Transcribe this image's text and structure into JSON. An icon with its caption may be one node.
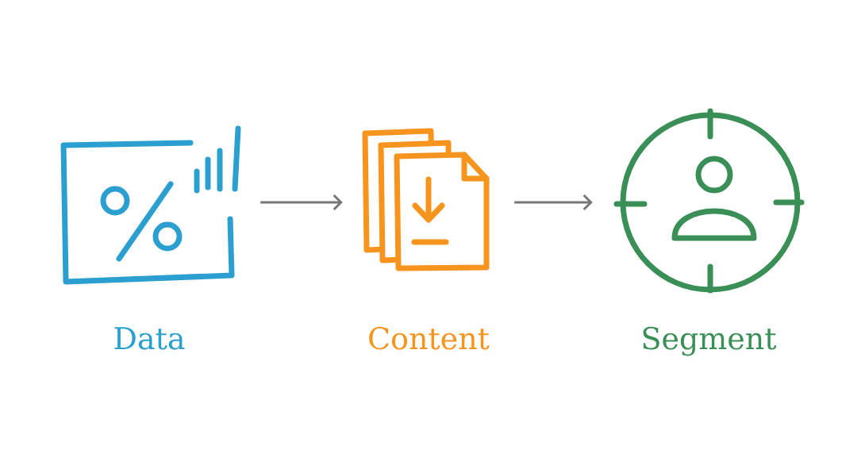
{
  "diagram": {
    "nodes": [
      {
        "text": [
          "Data"
        ]
      },
      {
        "text": [
          "Content"
        ]
      },
      {
        "text": [
          "Segment"
        ]
      }
    ],
    "edges": [
      {
        "from": 0,
        "to": 1,
        "arrow": "to"
      },
      {
        "from": 1,
        "to": 2,
        "arrow": "to"
      }
    ]
  }
}
